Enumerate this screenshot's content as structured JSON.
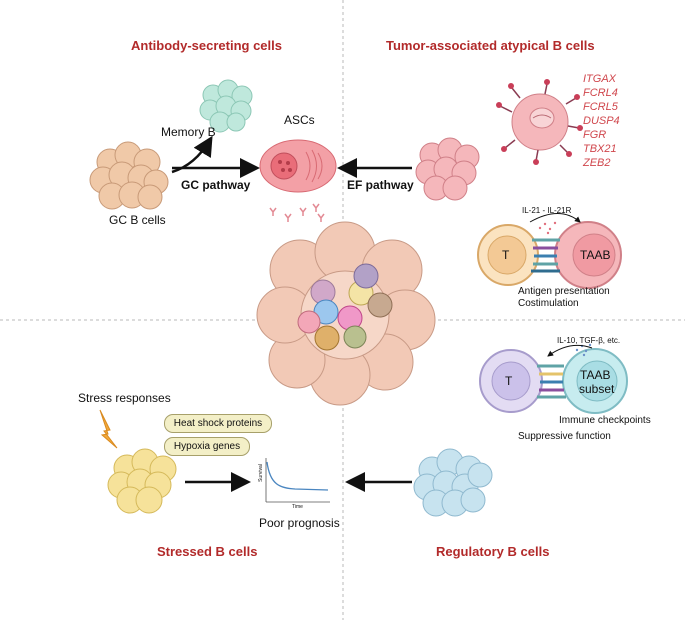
{
  "quadrants": {
    "top_left_title": "Antibody-secreting cells",
    "top_right_title": "Tumor-associated atypical B cells",
    "bottom_left_title": "Stressed B cells",
    "bottom_right_title": "Regulatory B cells"
  },
  "asc_panel": {
    "memory_b": "Memory B",
    "ascs": "ASCs",
    "gc_pathway": "GC pathway",
    "ef_pathway": "EF pathway",
    "gc_b_cells": "GC B cells"
  },
  "taab_panel": {
    "genes": [
      "ITGAX",
      "FCRL4",
      "FCRL5",
      "DUSP4",
      "FGR",
      "TBX21",
      "ZEB2"
    ],
    "il21": "IL-21 - IL-21R",
    "t_label": "T",
    "taab_label": "TAAB",
    "antigen_presentation": "Antigen presentation",
    "costimulation": "Costimulation"
  },
  "breg_panel": {
    "cytokines": "IL-10, TGF-β, etc.",
    "t_label": "T",
    "taab_subset_1": "TAAB",
    "taab_subset_2": "subset",
    "immune_checkpoints": "Immune checkpoints",
    "suppressive_function": "Suppressive function"
  },
  "stress_panel": {
    "stress_responses": "Stress responses",
    "heat_shock": "Heat shock proteins",
    "hypoxia": "Hypoxia genes",
    "poor_prognosis": "Poor prognosis",
    "plot_ylabel": "Survival",
    "plot_xlabel": "Time"
  },
  "colors": {
    "title_red": "#b22a2a",
    "gene_red": "#d0474d",
    "gc_cell": "#f0c9a8",
    "memory_cell": "#bfe8dc",
    "asc_cell": "#f3a0a6",
    "stressed_cell": "#f6e29a",
    "regulatory_cell": "#c7e3ef"
  }
}
